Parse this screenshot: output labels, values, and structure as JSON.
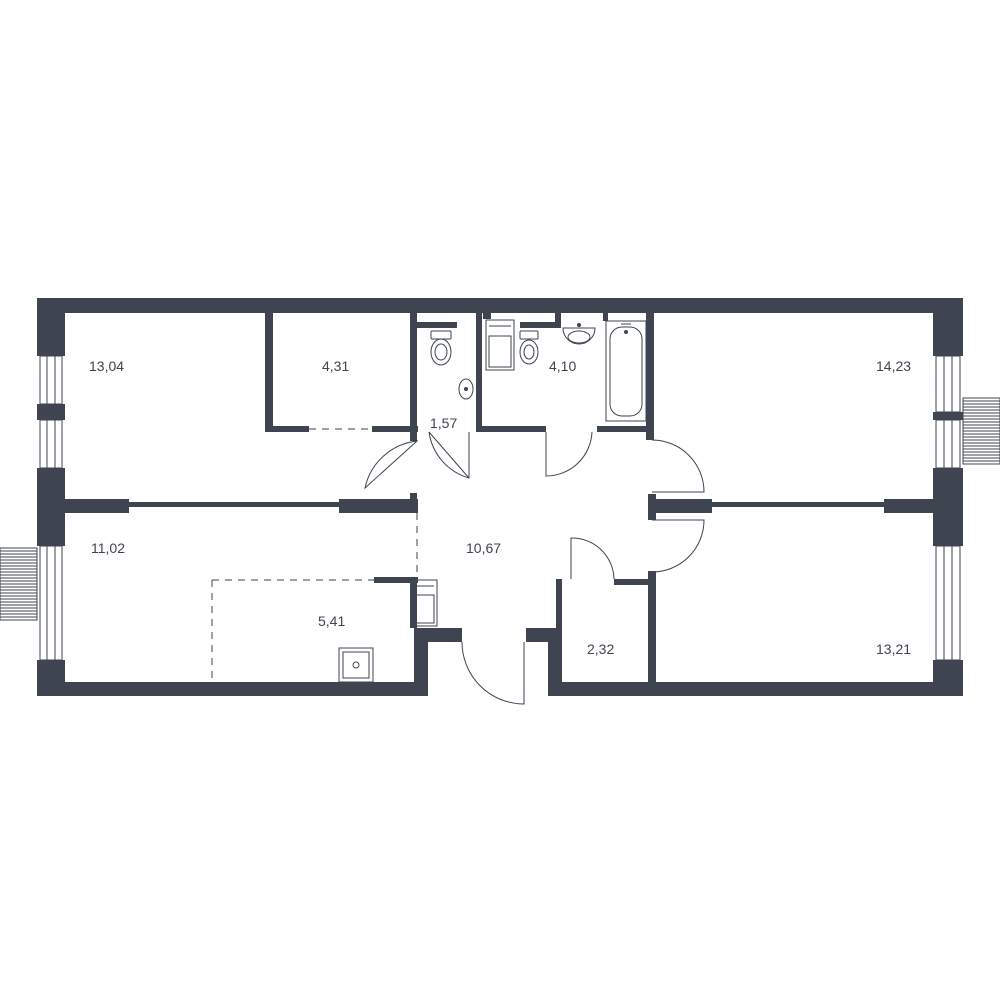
{
  "colors": {
    "wall": "#3e4450",
    "line": "#3e4450",
    "background": "#ffffff"
  },
  "rooms": [
    {
      "id": "room-a",
      "area": "13,04"
    },
    {
      "id": "room-b",
      "area": "4,31"
    },
    {
      "id": "room-c",
      "area": "1,57"
    },
    {
      "id": "room-d",
      "area": "4,10"
    },
    {
      "id": "room-e",
      "area": "14,23"
    },
    {
      "id": "room-f",
      "area": "11,02"
    },
    {
      "id": "room-g",
      "area": "10,67"
    },
    {
      "id": "room-h",
      "area": "5,41"
    },
    {
      "id": "room-i",
      "area": "2,32"
    },
    {
      "id": "room-j",
      "area": "13,21"
    }
  ]
}
